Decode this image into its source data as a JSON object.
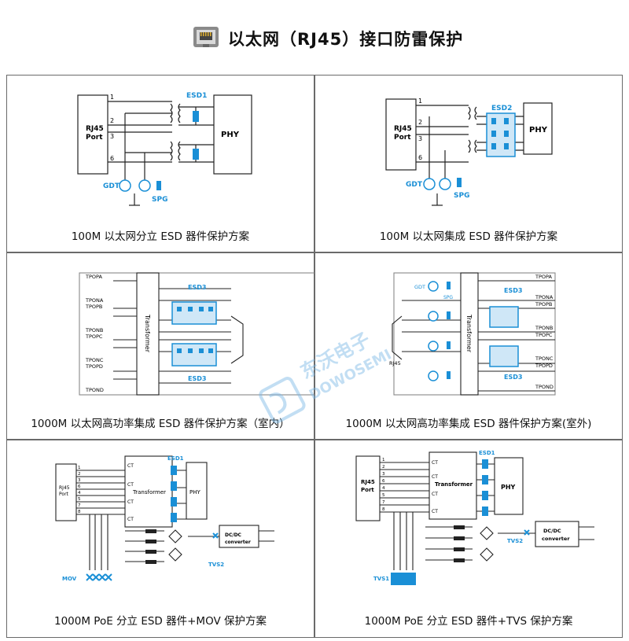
{
  "header": {
    "title": "以太网（RJ45）接口防雷保护",
    "icon": "rj45-connector-icon"
  },
  "colors": {
    "accent": "#1a8fd6",
    "line": "#222222",
    "border": "#6a6a6a"
  },
  "panels": [
    {
      "caption": "100M  以太网分立 ESD 器件保护方案",
      "labels": {
        "port": "RJ45 Port",
        "port1": "RJ45",
        "port2": "Port",
        "phy": "PHY",
        "esd": "ESD1",
        "gdt": "GDT",
        "spg": "SPG",
        "pins": [
          "1",
          "2",
          "3",
          "6"
        ]
      }
    },
    {
      "caption": "100M  以太网集成 ESD 器件保护方案",
      "labels": {
        "port1": "RJ45",
        "port2": "Port",
        "phy": "PHY",
        "esd": "ESD2",
        "gdt": "GDT",
        "spg": "SPG",
        "pins": [
          "1",
          "2",
          "3",
          "6"
        ]
      }
    },
    {
      "caption": "1000M  以太网高功率集成 ESD 器件保护方案（室内）",
      "labels": {
        "pairs": [
          "TPOPA",
          "TPONA",
          "TPOPB",
          "TPONB",
          "TPOPC",
          "TPONC",
          "TPOPD",
          "TPOND"
        ],
        "transformer": "Transformer",
        "esd_top": "ESD3",
        "esd_bottom": "ESD3"
      }
    },
    {
      "caption": "1000M  以太网高功率集成 ESD 器件保护方案(室外)",
      "labels": {
        "pairs": [
          "TPOPA",
          "TPONA",
          "TPOPB",
          "TPONB",
          "TPOPC",
          "TPONC",
          "TPOPD",
          "TPOND"
        ],
        "transformer": "Transformer",
        "esd_top": "ESD3",
        "esd_bottom": "ESD3",
        "gdt": "GDT",
        "spg": "SPG",
        "rj45": "RJ45"
      }
    },
    {
      "caption": "1000M PoE 分立 ESD 器件+MOV 保护方案",
      "labels": {
        "port1": "RJ45",
        "port2": "Port",
        "transformer": "Transformer",
        "phy": "PHY",
        "esd": "ESD1",
        "ct": "CT",
        "pins": [
          "1",
          "2",
          "3",
          "6",
          "4",
          "5",
          "7",
          "8"
        ],
        "dcdc1": "DC/DC",
        "dcdc2": "converter",
        "tvs": "TVS2",
        "mov": "MOV"
      }
    },
    {
      "caption": "1000M PoE 分立 ESD 器件+TVS 保护方案",
      "labels": {
        "port1": "RJ45",
        "port2": "Port",
        "transformer": "Transformer",
        "phy": "PHY",
        "esd": "ESD1",
        "ct": "CT",
        "pins": [
          "1",
          "2",
          "3",
          "6",
          "4",
          "5",
          "7",
          "8"
        ],
        "dcdc1": "DC/DC",
        "dcdc2": "converter",
        "tvs_top": "TVS2",
        "tvs_bottom": "TVS1"
      }
    }
  ],
  "watermark": {
    "cn": "东沃电子",
    "en": "DOWOSEMI"
  }
}
